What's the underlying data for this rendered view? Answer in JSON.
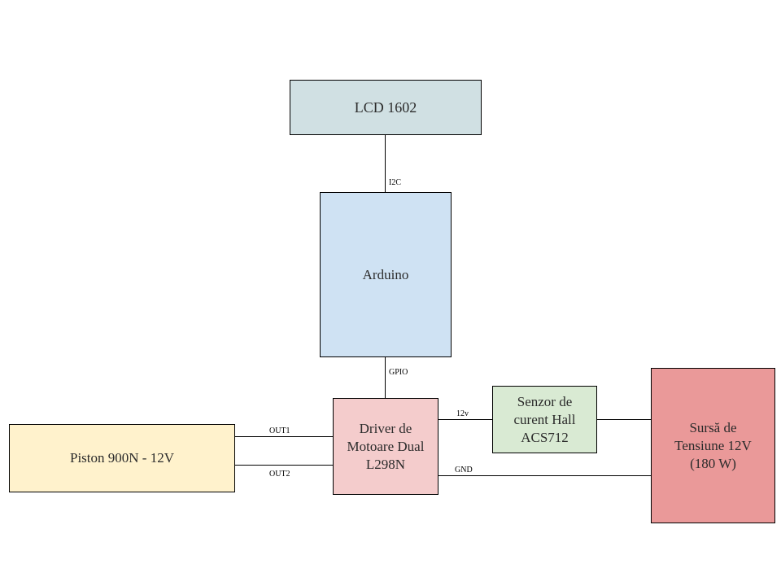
{
  "blocks": {
    "lcd": {
      "label": "LCD 1602",
      "color": "#d0e0e3"
    },
    "arduino": {
      "label": "Arduino",
      "color": "#cfe2f3"
    },
    "driver": {
      "label": "Driver de\nMotoare Dual\nL298N",
      "color": "#f4cccc"
    },
    "piston": {
      "label": "Piston 900N - 12V",
      "color": "#fff2cc"
    },
    "sensor": {
      "label": "Senzor de\ncurent Hall\nACS712",
      "color": "#d9ead3"
    },
    "power": {
      "label": "Sursă de\nTensiune 12V\n(180 W)",
      "color": "#ea9999"
    }
  },
  "connections": {
    "i2c": "I2C",
    "gpio": "GPIO",
    "out1": "OUT1",
    "out2": "OUT2",
    "v12": "12v",
    "gnd": "GND"
  }
}
